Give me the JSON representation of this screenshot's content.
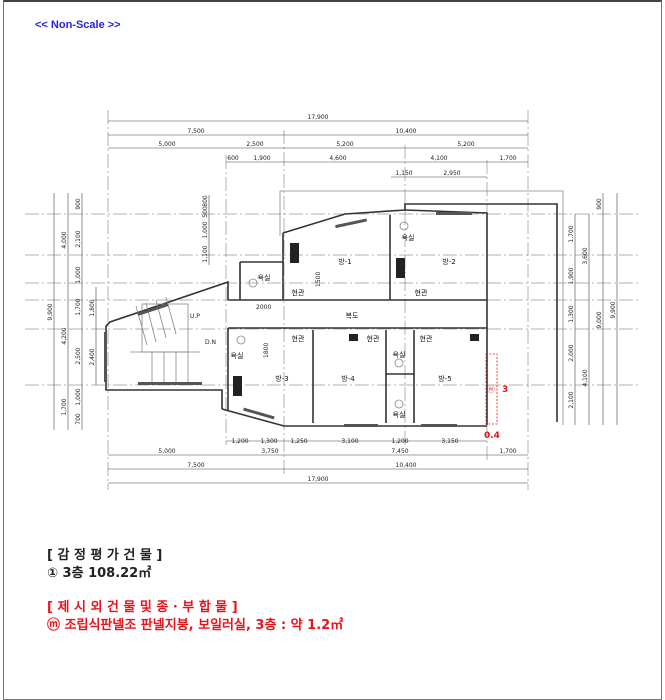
{
  "header": {
    "scale_note": "<< Non-Scale >>"
  },
  "plan": {
    "top_dims": {
      "row1": [
        "17,900"
      ],
      "row2": [
        "7,500",
        "10,400"
      ],
      "row3": [
        "5,000",
        "2,500",
        "5,200",
        "5,200"
      ],
      "row4": [
        "600",
        "1,900",
        "4,600",
        "4,100",
        "1,700"
      ],
      "row5": [
        "1,150",
        "2,950"
      ]
    },
    "bottom_dims": {
      "row1": [
        "1,200",
        "1,300",
        "1,250",
        "3,100",
        "1,200",
        "3,150"
      ],
      "row2": [
        "5,000",
        "3,750",
        "7,450",
        "1,700"
      ],
      "row3": [
        "7,500",
        "10,400"
      ],
      "row4": [
        "17,900"
      ]
    },
    "left_dims": {
      "outer": [
        "9,900"
      ],
      "mid": [
        "4,000",
        "4,200",
        "1,700"
      ],
      "inner": [
        "900",
        "2,100",
        "1,000",
        "1,700",
        "2,500",
        "1,000",
        "700"
      ],
      "stair": [
        "1,800",
        "2,400"
      ],
      "upper_inner": [
        "1,100",
        "1,000",
        "500",
        "800"
      ]
    },
    "right_dims": {
      "inner": [
        "1,700",
        "1,900",
        "1,300",
        "2,000",
        "2,100"
      ],
      "mid": [
        "3,600",
        "4,100"
      ],
      "col3": [
        "900",
        "9,000"
      ],
      "outer": [
        "9,900"
      ]
    },
    "rooms": {
      "room1": "방-1",
      "room2": "방-2",
      "room3": "방-3",
      "room4": "방-4",
      "room5": "방-5",
      "bath": "욕실",
      "entry": "현관",
      "corridor": "복도",
      "up": "U.P",
      "down": "D.N",
      "dim1500": "1500",
      "dim2000": "2000",
      "dim1800": "1800"
    },
    "annotation": {
      "symbol": "ⓜ",
      "label": "3",
      "width": "0.4",
      "color": "#e8141c"
    }
  },
  "notes": {
    "appraisal_title": "[ 감 정 평 가 건 물 ]",
    "appraisal_item": "① 3층 108.22㎡",
    "excluded_title": "[ 제 시 외 건 물 및 종 · 부 합 물 ]",
    "excluded_item": "ⓜ 조립식판넬조 판넬지붕, 보일러실, 3층 : 약 1.2㎡"
  },
  "colors": {
    "scale_note": "#2323e6",
    "excluded": "#e8141c",
    "text": "#222222"
  }
}
